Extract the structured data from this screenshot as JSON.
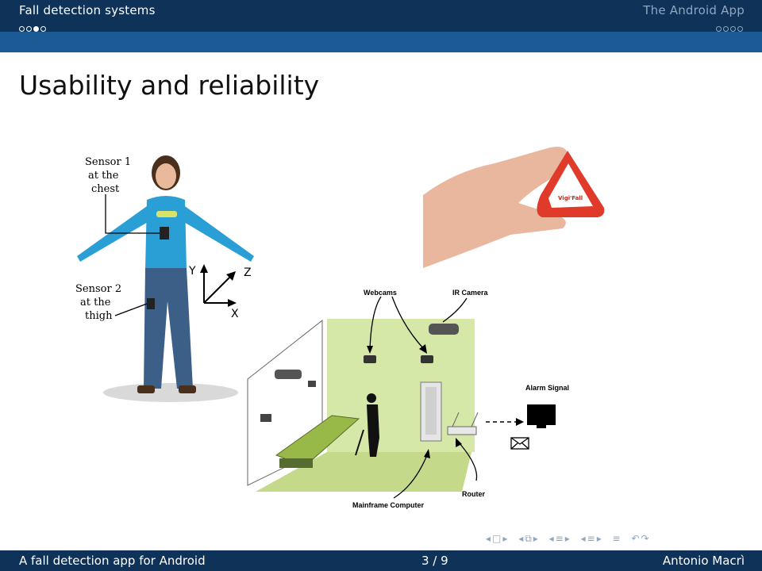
{
  "header": {
    "section_left": "Fall detection systems",
    "section_right": "The Android App",
    "left_dots": [
      false,
      false,
      true,
      false
    ],
    "right_dots": [
      false,
      false,
      false,
      false
    ]
  },
  "slide": {
    "title": "Usability and reliability",
    "figure_person": {
      "sensor1": [
        "Sensor 1",
        "at the",
        "chest"
      ],
      "sensor2": [
        "Sensor 2",
        "at the",
        "thigh"
      ],
      "axes": {
        "y": "Y",
        "z": "Z",
        "x": "X"
      }
    },
    "figure_device": {
      "brand": "Vigi'Fall"
    },
    "figure_room": {
      "webcams": "Webcams",
      "ir_camera": "IR Camera",
      "alarm_signal": "Alarm Signal",
      "router": "Router",
      "mainframe": "Mainframe Computer"
    }
  },
  "footer": {
    "left": "A fall detection app for Android",
    "page": "3 / 9",
    "author": "Antonio Macrì"
  },
  "nav_icons": [
    "nav-frame-prev-icon",
    "nav-frame-next-icon",
    "nav-subsection-icon",
    "nav-section-icon",
    "nav-search-icon",
    "nav-undo-icon",
    "nav-redo-icon"
  ]
}
